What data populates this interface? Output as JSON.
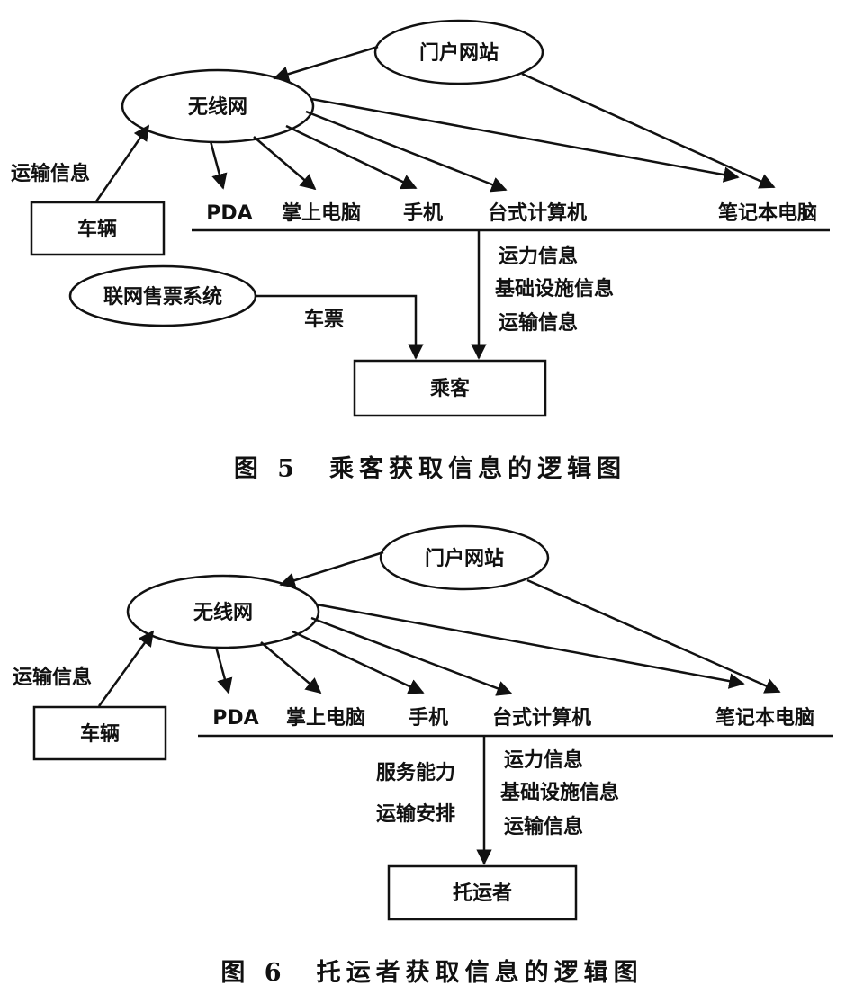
{
  "figure5": {
    "portal": "门户网站",
    "wireless": "无线网",
    "transport_info_left": "运输信息",
    "vehicle": "车辆",
    "devices": [
      "PDA",
      "掌上电脑",
      "手机",
      "台式计算机",
      "笔记本电脑"
    ],
    "info_lines": [
      "运力信息",
      "基础设施信息",
      "运输信息"
    ],
    "ticket_system": "联网售票系统",
    "ticket": "车票",
    "passenger": "乘客",
    "caption": "图 5　乘客获取信息的逻辑图"
  },
  "figure6": {
    "portal": "门户网站",
    "wireless": "无线网",
    "transport_info_left": "运输信息",
    "vehicle": "车辆",
    "devices": [
      "PDA",
      "掌上电脑",
      "手机",
      "台式计算机",
      "笔记本电脑"
    ],
    "left_info_lines": [
      "服务能力",
      "运输安排"
    ],
    "info_lines": [
      "运力信息",
      "基础设施信息",
      "运输信息"
    ],
    "shipper": "托运者",
    "caption": "图 6　托运者获取信息的逻辑图"
  }
}
